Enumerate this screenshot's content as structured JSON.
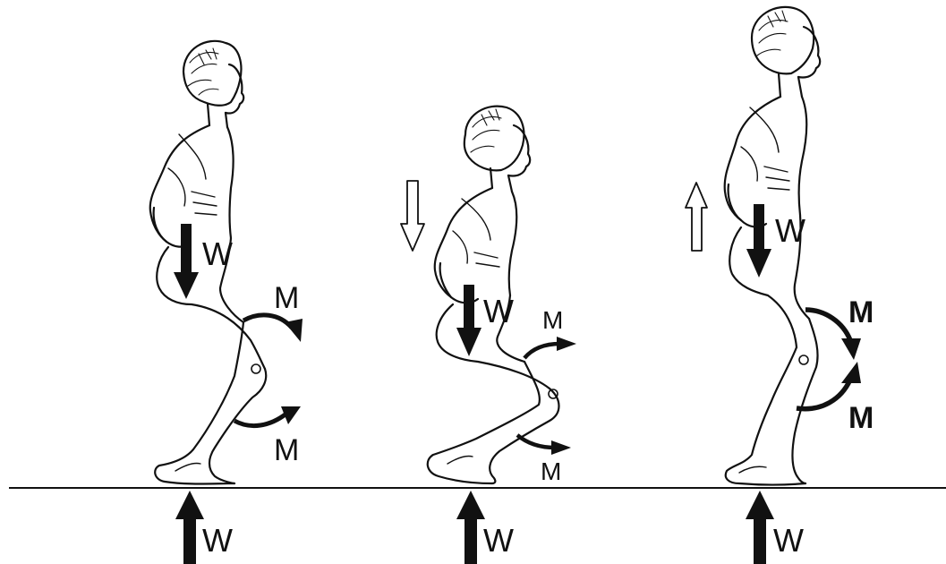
{
  "panels": [
    {
      "id": "standing-knees-flexed",
      "weight_label": "W",
      "upper_moment_label": "M",
      "lower_moment_label": "M",
      "ground_reaction_label": "W",
      "motion_arrow": "none"
    },
    {
      "id": "lowering-into-squat",
      "weight_label": "W",
      "upper_moment_label": "M",
      "lower_moment_label": "M",
      "ground_reaction_label": "W",
      "motion_arrow": "down"
    },
    {
      "id": "rising-from-squat",
      "weight_label": "W",
      "upper_moment_label": "M",
      "lower_moment_label": "M",
      "ground_reaction_label": "W",
      "motion_arrow": "up"
    }
  ],
  "colors": {
    "ink": "#111111",
    "background": "#ffffff"
  }
}
